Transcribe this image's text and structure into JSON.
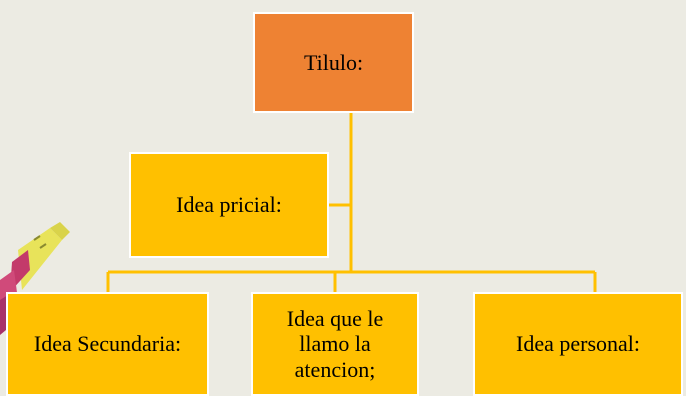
{
  "diagram": {
    "title_box": {
      "label": "Tilulo:",
      "color": "#ee8233"
    },
    "main_idea_box": {
      "label": "Idea pricial:",
      "color": "#ffc000"
    },
    "children": [
      {
        "label": "Idea Secundaria:"
      },
      {
        "label": "Idea que le llamo  la atencion;"
      },
      {
        "label": "Idea personal:"
      }
    ],
    "connector_color": "#ffc000",
    "decorative_image": "colored-pencil-icon"
  }
}
